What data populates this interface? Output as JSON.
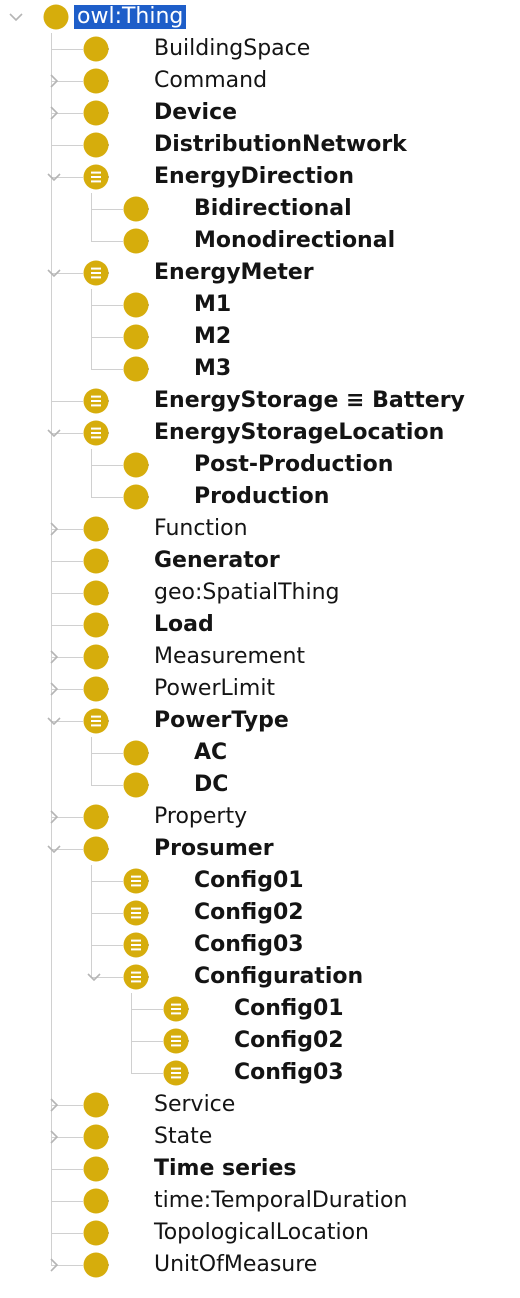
{
  "colors": {
    "node": "#d6ad0c",
    "selection": "#1e5ec9",
    "tree_line": "#d0d0d0"
  },
  "icons": {
    "class_node": "circle-icon",
    "defined_class_node": "equivalent-class-icon",
    "connector": "left-arrow-icon",
    "collapsed": "chevron-right-icon",
    "expanded": "chevron-down-icon"
  },
  "tree": [
    {
      "label": "owl:Thing",
      "level": 0,
      "toggle": "expanded",
      "icon": "circle",
      "bold": false,
      "selected": true
    },
    {
      "label": "BuildingSpace",
      "level": 1,
      "toggle": "none",
      "icon": "circle",
      "bold": false
    },
    {
      "label": "Command",
      "level": 1,
      "toggle": "collapsed",
      "icon": "circle",
      "bold": false
    },
    {
      "label": "Device",
      "level": 1,
      "toggle": "collapsed",
      "icon": "circle",
      "bold": true
    },
    {
      "label": "DistributionNetwork",
      "level": 1,
      "toggle": "none",
      "icon": "circle",
      "bold": true
    },
    {
      "label": "EnergyDirection",
      "level": 1,
      "toggle": "expanded",
      "icon": "equiv",
      "bold": true
    },
    {
      "label": "Bidirectional",
      "level": 2,
      "toggle": "none",
      "icon": "circle",
      "bold": true
    },
    {
      "label": "Monodirectional",
      "level": 2,
      "toggle": "none",
      "icon": "circle",
      "bold": true
    },
    {
      "label": "EnergyMeter",
      "level": 1,
      "toggle": "expanded",
      "icon": "equiv",
      "bold": true
    },
    {
      "label": "M1",
      "level": 2,
      "toggle": "none",
      "icon": "circle",
      "bold": true
    },
    {
      "label": "M2",
      "level": 2,
      "toggle": "none",
      "icon": "circle",
      "bold": true
    },
    {
      "label": "M3",
      "level": 2,
      "toggle": "none",
      "icon": "circle",
      "bold": true
    },
    {
      "label": "EnergyStorage ≡ Battery",
      "level": 1,
      "toggle": "none",
      "icon": "equiv",
      "bold": true
    },
    {
      "label": "EnergyStorageLocation",
      "level": 1,
      "toggle": "expanded",
      "icon": "equiv",
      "bold": true
    },
    {
      "label": "Post-Production",
      "level": 2,
      "toggle": "none",
      "icon": "circle",
      "bold": true
    },
    {
      "label": "Production",
      "level": 2,
      "toggle": "none",
      "icon": "circle",
      "bold": true
    },
    {
      "label": "Function",
      "level": 1,
      "toggle": "collapsed",
      "icon": "circle",
      "bold": false
    },
    {
      "label": "Generator",
      "level": 1,
      "toggle": "none",
      "icon": "circle",
      "bold": true
    },
    {
      "label": "geo:SpatialThing",
      "level": 1,
      "toggle": "none",
      "icon": "circle",
      "bold": false
    },
    {
      "label": "Load",
      "level": 1,
      "toggle": "none",
      "icon": "circle",
      "bold": true
    },
    {
      "label": "Measurement",
      "level": 1,
      "toggle": "collapsed",
      "icon": "circle",
      "bold": false
    },
    {
      "label": "PowerLimit",
      "level": 1,
      "toggle": "collapsed",
      "icon": "circle",
      "bold": false
    },
    {
      "label": "PowerType",
      "level": 1,
      "toggle": "expanded",
      "icon": "equiv",
      "bold": true
    },
    {
      "label": "AC",
      "level": 2,
      "toggle": "none",
      "icon": "circle",
      "bold": true
    },
    {
      "label": "DC",
      "level": 2,
      "toggle": "none",
      "icon": "circle",
      "bold": true
    },
    {
      "label": "Property",
      "level": 1,
      "toggle": "collapsed",
      "icon": "circle",
      "bold": false
    },
    {
      "label": "Prosumer",
      "level": 1,
      "toggle": "expanded",
      "icon": "circle",
      "bold": true
    },
    {
      "label": "Config01",
      "level": 2,
      "toggle": "none",
      "icon": "equiv",
      "bold": true
    },
    {
      "label": "Config02",
      "level": 2,
      "toggle": "none",
      "icon": "equiv",
      "bold": true
    },
    {
      "label": "Config03",
      "level": 2,
      "toggle": "none",
      "icon": "equiv",
      "bold": true
    },
    {
      "label": "Configuration",
      "level": 2,
      "toggle": "expanded",
      "icon": "equiv",
      "bold": true
    },
    {
      "label": "Config01",
      "level": 3,
      "toggle": "none",
      "icon": "equiv",
      "bold": true
    },
    {
      "label": "Config02",
      "level": 3,
      "toggle": "none",
      "icon": "equiv",
      "bold": true
    },
    {
      "label": "Config03",
      "level": 3,
      "toggle": "none",
      "icon": "equiv",
      "bold": true
    },
    {
      "label": "Service",
      "level": 1,
      "toggle": "collapsed",
      "icon": "circle",
      "bold": false
    },
    {
      "label": "State",
      "level": 1,
      "toggle": "collapsed",
      "icon": "circle",
      "bold": false
    },
    {
      "label": "Time series",
      "level": 1,
      "toggle": "none",
      "icon": "circle",
      "bold": true
    },
    {
      "label": "time:TemporalDuration",
      "level": 1,
      "toggle": "none",
      "icon": "circle",
      "bold": false
    },
    {
      "label": "TopologicalLocation",
      "level": 1,
      "toggle": "none",
      "icon": "circle",
      "bold": false
    },
    {
      "label": "UnitOfMeasure",
      "level": 1,
      "toggle": "collapsed",
      "icon": "circle",
      "bold": false
    }
  ]
}
